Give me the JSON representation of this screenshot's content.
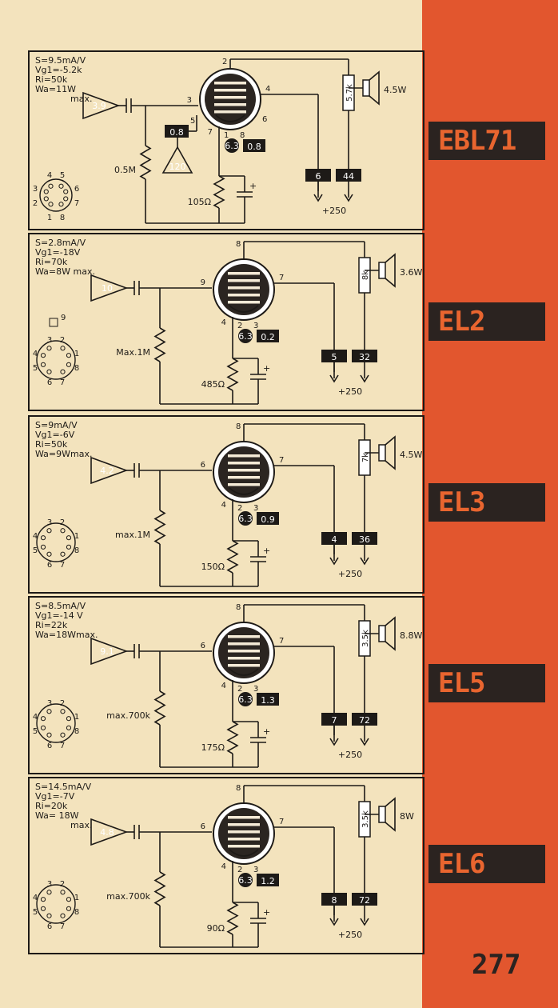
{
  "page_number": "277",
  "tubes": [
    {
      "name": "EBL71",
      "params": [
        "S=9.5mA/V",
        "Vg1=-5.2k",
        "Ri=50k",
        "Wa=11W",
        "max."
      ],
      "input": "3.9",
      "grid_resistor": "0.5M",
      "cathode_resistor": "105Ω",
      "heater": "6.3",
      "heater_current": "0.8",
      "anode_current": "6",
      "screen_current": "44",
      "load": "5.7k",
      "power": "4.5W",
      "supply": "+250",
      "pins": {
        "top": "2",
        "grid": "3",
        "anode": "4",
        "screen": "6",
        "cathode": "7",
        "h1": "1",
        "h2": "8",
        "diode": "5"
      },
      "extra_box": "0.8",
      "extra_amp": "120",
      "socket_pins": [
        "4",
        "5",
        "3",
        "6",
        "2",
        "7",
        "1",
        "8"
      ]
    },
    {
      "name": "EL2",
      "params": [
        "S=2.8mA/V",
        "Vg1=-18V",
        "Ri=70k",
        "Wa=8W max."
      ],
      "input": "10",
      "grid_resistor": "Max.1M",
      "cathode_resistor": "485Ω",
      "heater": "6.3",
      "heater_current": "0.2",
      "anode_current": "5",
      "screen_current": "32",
      "load": "8k",
      "power": "3.6W",
      "supply": "+250",
      "pins": {
        "top": "8",
        "grid": "9",
        "anode": "7",
        "cathode": "4",
        "h1": "2",
        "h2": "3"
      },
      "socket_pins": [
        "3",
        "2",
        "4",
        "1",
        "5",
        "8",
        "6",
        "7"
      ],
      "socket_extra": "9"
    },
    {
      "name": "EL3",
      "params": [
        "S=9mA/V",
        "Vg1=-6V",
        "Ri=50k",
        "Wa=9Wmax."
      ],
      "input": "4.2",
      "grid_resistor": "max.1M",
      "cathode_resistor": "150Ω",
      "heater": "6.3",
      "heater_current": "0.9",
      "anode_current": "4",
      "screen_current": "36",
      "load": "7k",
      "power": "4.5W",
      "supply": "+250",
      "pins": {
        "top": "8",
        "grid": "6",
        "anode": "7",
        "cathode": "4",
        "h1": "2",
        "h2": "3"
      },
      "socket_pins": [
        "3",
        "2",
        "4",
        "1",
        "5",
        "8",
        "6",
        "7"
      ]
    },
    {
      "name": "EL5",
      "params": [
        "S=8.5mA/V",
        "Vg1=-14 V",
        "Ri=22k",
        "Wa=18Wmax."
      ],
      "input": "9.1",
      "grid_resistor": "max.700k",
      "cathode_resistor": "175Ω",
      "heater": "6.3",
      "heater_current": "1.3",
      "anode_current": "7",
      "screen_current": "72",
      "load": "3.5k",
      "power": "8.8W",
      "supply": "+250",
      "pins": {
        "top": "8",
        "grid": "6",
        "anode": "7",
        "cathode": "4",
        "h1": "2",
        "h2": "3"
      },
      "socket_pins": [
        "3",
        "2",
        "4",
        "1",
        "5",
        "8",
        "6",
        "7"
      ]
    },
    {
      "name": "EL6",
      "params": [
        "S=14.5mA/V",
        "Vg1=-7V",
        "Ri=20k",
        "Wa= 18W",
        "max."
      ],
      "input": "4.8",
      "grid_resistor": "max.700k",
      "cathode_resistor": "90Ω",
      "heater": "6.3",
      "heater_current": "1.2",
      "anode_current": "8",
      "screen_current": "72",
      "load": "3.5k",
      "power": "8W",
      "supply": "+250",
      "pins": {
        "top": "8",
        "grid": "6",
        "anode": "7",
        "cathode": "4",
        "h1": "2",
        "h2": "3"
      },
      "socket_pins": [
        "3",
        "2",
        "4",
        "1",
        "5",
        "8",
        "6",
        "7"
      ]
    }
  ]
}
